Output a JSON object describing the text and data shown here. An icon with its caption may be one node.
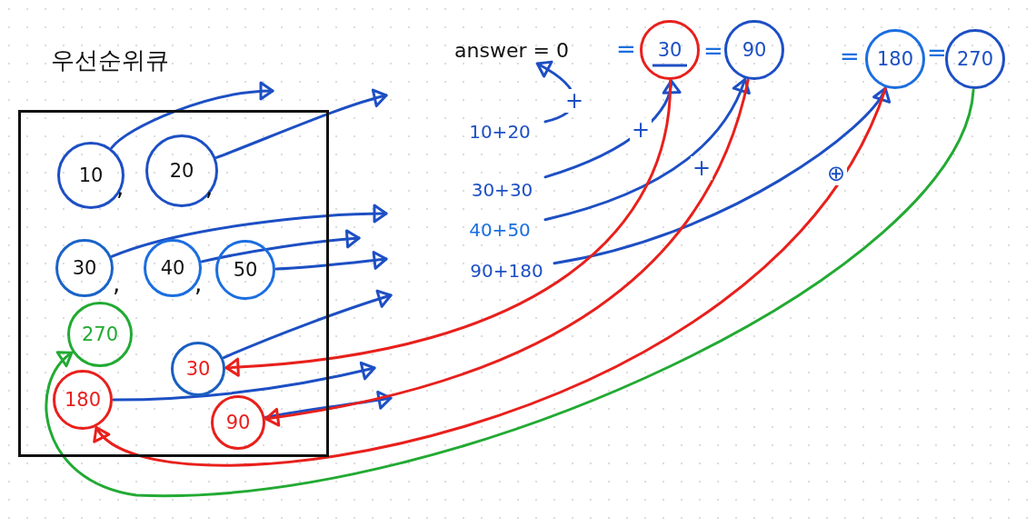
{
  "diagram": {
    "nodes": [
      {
        "text": [
          "우선순위큐"
        ]
      },
      {
        "text": [
          "10"
        ],
        "in": 0
      },
      {
        "text": [
          "20"
        ],
        "in": 0
      },
      {
        "text": [
          "30"
        ],
        "in": 0
      },
      {
        "text": [
          "40"
        ],
        "in": 0
      },
      {
        "text": [
          "50"
        ],
        "in": 0
      },
      {
        "text": [
          "270"
        ],
        "in": 0
      },
      {
        "text": [
          "30"
        ],
        "in": 0
      },
      {
        "text": [
          "180"
        ],
        "in": 0
      },
      {
        "text": [
          "90"
        ],
        "in": 0
      },
      {
        "text": [
          "answer = 0"
        ]
      },
      {
        "text": [
          "30"
        ]
      },
      {
        "text": [
          "90"
        ]
      },
      {
        "text": [
          "180"
        ]
      },
      {
        "text": [
          "270"
        ]
      },
      {
        "text": [
          "10+20"
        ]
      },
      {
        "text": [
          "30+30"
        ]
      },
      {
        "text": [
          "40+50"
        ]
      },
      {
        "text": [
          "90+180"
        ]
      }
    ],
    "edges": [
      {
        "from": 1,
        "to": null,
        "arrow": "to"
      },
      {
        "from": 2,
        "to": null,
        "arrow": "to"
      },
      {
        "from": 3,
        "to": null,
        "arrow": "to"
      },
      {
        "from": 4,
        "to": null,
        "arrow": "to"
      },
      {
        "from": 5,
        "to": null,
        "arrow": "to"
      },
      {
        "from": 7,
        "to": null,
        "arrow": "to"
      },
      {
        "from": 8,
        "to": null,
        "arrow": "to"
      },
      {
        "from": 9,
        "to": null,
        "arrow": "to"
      },
      {
        "from": 15,
        "to": 10,
        "arrow": "to",
        "label": "+"
      },
      {
        "from": 16,
        "to": 11,
        "arrow": "to",
        "label": "+"
      },
      {
        "from": 17,
        "to": 12,
        "arrow": "to",
        "label": "+"
      },
      {
        "from": 18,
        "to": 13,
        "arrow": "to",
        "label": "⊕"
      },
      {
        "from": 11,
        "to": 7,
        "arrow": "to",
        "color": "#e8201c"
      },
      {
        "from": 12,
        "to": 9,
        "arrow": "to",
        "color": "#e8201c"
      },
      {
        "from": 13,
        "to": 8,
        "arrow": "to",
        "color": "#e8201c"
      },
      {
        "from": 14,
        "to": 6,
        "arrow": "to",
        "color": "#22aa33"
      }
    ],
    "labels": [
      ",",
      ",",
      ",",
      ",",
      "=",
      "=",
      "=",
      "="
    ]
  }
}
